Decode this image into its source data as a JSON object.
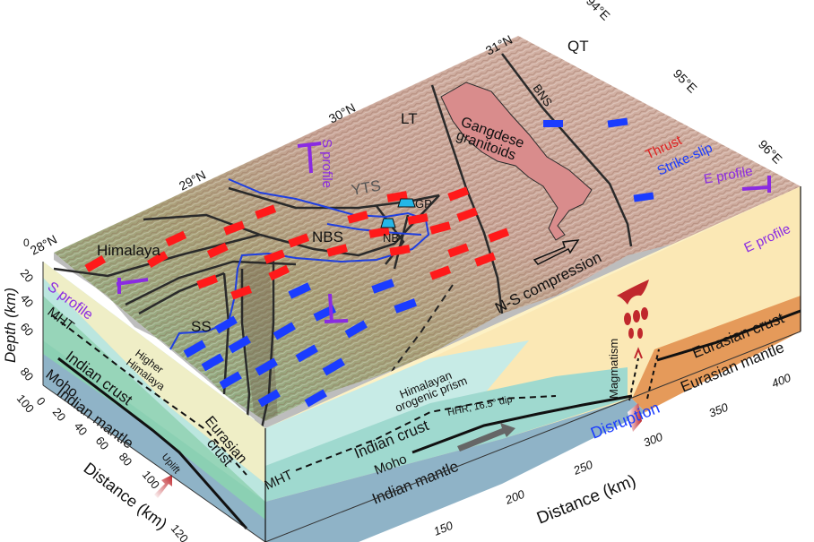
{
  "figure": {
    "type": "3D block diagram",
    "colors": {
      "thrust": "#ff1a1a",
      "strike_slip": "#1a3cff",
      "profile": "#8a2be2",
      "river": "#1f3fe0",
      "fault_line": "#2a2a2a",
      "granitoid": "#d98c8c",
      "indian_crust": "#9fd9cf",
      "indian_mantle": "#8fb3c7",
      "eurasian_crust": "#fdf1c4",
      "eurasian_mantle": "#e59a5a",
      "himalaya_prism": "#c7ebe6",
      "topo_side_gray": "#bdbdbd"
    }
  },
  "map_surface": {
    "latitude_ticks": [
      "28°N",
      "29°N",
      "30°N",
      "31°N"
    ],
    "longitude_ticks": [
      "94°E",
      "95°E",
      "96°E"
    ],
    "regions": {
      "himalaya": "Himalaya",
      "nbs": "NBS",
      "ss": "SS",
      "yts": "YTS",
      "lt": "LT",
      "qt": "QT",
      "bns": "BNS",
      "gangdese": [
        "Gangdese",
        "granitoids"
      ]
    },
    "stations": {
      "gp": "GP",
      "nb": "NB"
    },
    "compression_label": "N-S compression",
    "legend": {
      "thrust": "Thrust",
      "strike_slip": "Strike-slip",
      "e_profile": "E profile"
    },
    "s_profile_marker": "S profile"
  },
  "s_profile": {
    "label": "S profile",
    "depth_axis_label": "Depth (km)",
    "depth_ticks": [
      "0",
      "20",
      "40",
      "60",
      "80",
      "100"
    ],
    "distance_axis_label": "Distance (km)",
    "distance_ticks": [
      "0",
      "20",
      "40",
      "60",
      "80",
      "100",
      "120"
    ],
    "labels": {
      "mht": "MHT",
      "higher_himalaya": [
        "Higher",
        "Himalaya"
      ],
      "indian_crust": "Indian crust",
      "moho": "Moho",
      "indian_mantle": "Indian mantle",
      "eurasian_crust": [
        "Eurasian",
        "crust"
      ],
      "uplift": "Uplift"
    }
  },
  "e_profile": {
    "label": "E profile",
    "distance_axis_label": "Distance (km)",
    "distance_ticks": [
      "150",
      "200",
      "250",
      "300",
      "350",
      "400"
    ],
    "labels": {
      "mht": "MHT",
      "himalayan_prism": [
        "Himalayan",
        "orogenic prism"
      ],
      "hhr": "HHR, 16.5° dip",
      "indian_crust": "Indian crust",
      "moho": "Moho",
      "indian_mantle": "Indian mantle",
      "magmatism": "Magmatism",
      "disruption": "Disruption",
      "eurasian_crust": "Eurasian crust",
      "eurasian_mantle": "Eurasian mantle"
    }
  }
}
